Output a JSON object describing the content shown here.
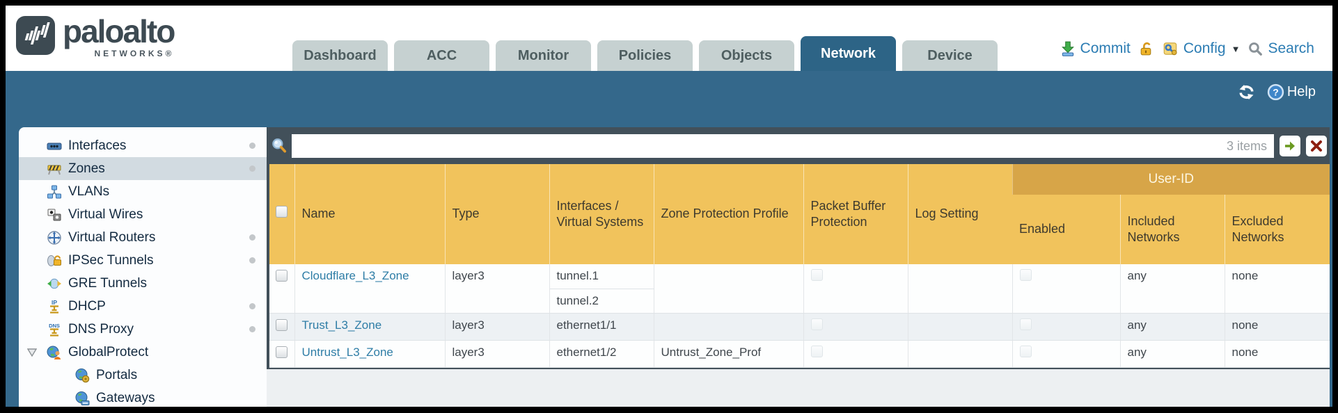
{
  "header": {
    "logo": {
      "brand": "paloalto",
      "sub": "NETWORKS®"
    },
    "tabs": [
      {
        "label": "Dashboard",
        "active": false
      },
      {
        "label": "ACC",
        "active": false
      },
      {
        "label": "Monitor",
        "active": false
      },
      {
        "label": "Policies",
        "active": false
      },
      {
        "label": "Objects",
        "active": false
      },
      {
        "label": "Network",
        "active": true
      },
      {
        "label": "Device",
        "active": false
      }
    ],
    "tools": {
      "commit": "Commit",
      "config": "Config",
      "search": "Search"
    }
  },
  "banner": {
    "help": "Help"
  },
  "sidebar": {
    "items": [
      {
        "label": "Interfaces",
        "dot": true
      },
      {
        "label": "Zones",
        "dot": true,
        "selected": true
      },
      {
        "label": "VLANs"
      },
      {
        "label": "Virtual Wires"
      },
      {
        "label": "Virtual Routers",
        "dot": true
      },
      {
        "label": "IPSec Tunnels",
        "dot": true
      },
      {
        "label": "GRE Tunnels"
      },
      {
        "label": "DHCP",
        "dot": true
      },
      {
        "label": "DNS Proxy",
        "dot": true
      },
      {
        "label": "GlobalProtect",
        "expanded": true
      },
      {
        "label": "Portals",
        "indent": true
      },
      {
        "label": "Gateways",
        "indent": true
      }
    ]
  },
  "toolbar": {
    "items_count": "3 items"
  },
  "table": {
    "group_header": "User-ID",
    "columns": [
      "Name",
      "Type",
      "Interfaces / Virtual Systems",
      "Zone Protection Profile",
      "Packet Buffer Protection",
      "Log Setting",
      "Enabled",
      "Included Networks",
      "Excluded Networks"
    ],
    "rows": [
      {
        "name": "Cloudflare_L3_Zone",
        "type": "layer3",
        "interfaces": [
          "tunnel.1",
          "tunnel.2"
        ],
        "zone_protection_profile": "",
        "log_setting": "",
        "included_networks": "any",
        "excluded_networks": "none"
      },
      {
        "name": "Trust_L3_Zone",
        "type": "layer3",
        "interfaces": [
          "ethernet1/1"
        ],
        "zone_protection_profile": "",
        "log_setting": "",
        "included_networks": "any",
        "excluded_networks": "none"
      },
      {
        "name": "Untrust_L3_Zone",
        "type": "layer3",
        "interfaces": [
          "ethernet1/2"
        ],
        "zone_protection_profile": "Untrust_Zone_Prof",
        "log_setting": "",
        "included_networks": "any",
        "excluded_networks": "none"
      }
    ]
  },
  "colors": {
    "nav_blue": "#34688b",
    "amber": "#f1c35c",
    "amber_band": "#d7a548",
    "dark_slate": "#42505a",
    "link_blue": "#2b7cb3"
  }
}
